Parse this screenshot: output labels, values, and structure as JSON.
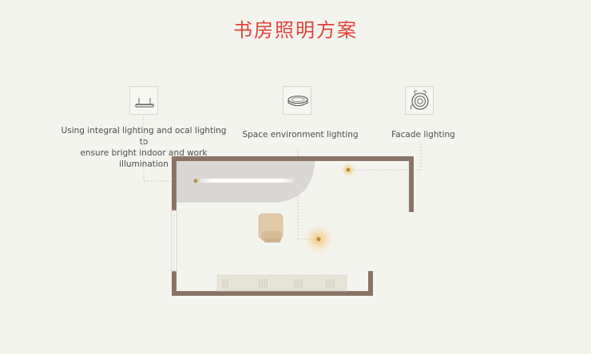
{
  "page": {
    "title": "书房照明方案"
  },
  "lighting_types": [
    {
      "label": "Using integral lighting and ocal lighting to\nensure bright indoor and work illumination",
      "icon": "linear-light-icon"
    },
    {
      "label": "Space environment lighting",
      "icon": "ceiling-light-icon"
    },
    {
      "label": "Facade lighting",
      "icon": "spotlight-icon"
    }
  ],
  "colors": {
    "title": "#e5403a",
    "wall": "#8a7466",
    "light_glow": "#f2b64a",
    "light_dot": "#b8903a",
    "illuminated_area": "#d9d6d4",
    "dashed_line": "#c9c0b4",
    "chair": "#e2c9a8",
    "bookshelf": "#e6e3d7"
  }
}
